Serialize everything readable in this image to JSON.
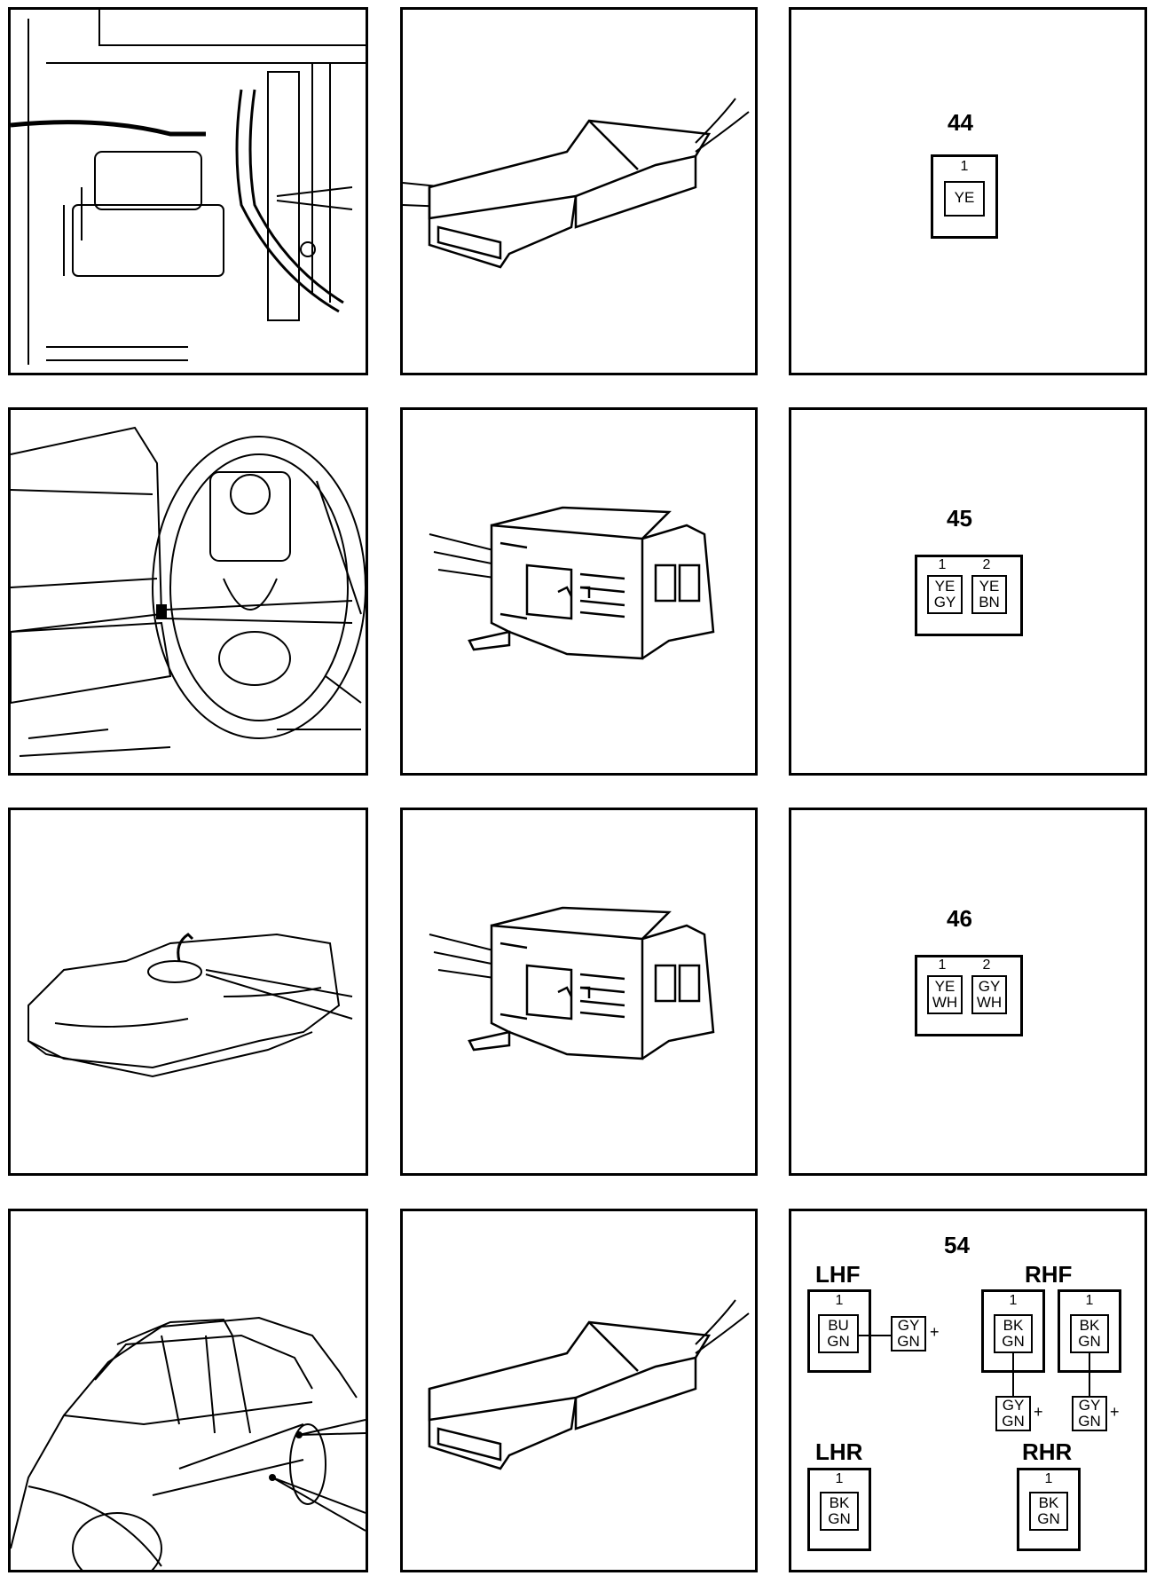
{
  "rows": [
    {
      "id": "44",
      "pins": [
        {
          "pin": "1",
          "wires": [
            "YE"
          ]
        }
      ]
    },
    {
      "id": "45",
      "pins": [
        {
          "pin": "1",
          "wires": [
            "YE",
            "GY"
          ]
        },
        {
          "pin": "2",
          "wires": [
            "YE",
            "BN"
          ]
        }
      ]
    },
    {
      "id": "46",
      "pins": [
        {
          "pin": "1",
          "wires": [
            "YE",
            "WH"
          ]
        },
        {
          "pin": "2",
          "wires": [
            "GY",
            "WH"
          ]
        }
      ]
    }
  ],
  "panel54": {
    "id": "54",
    "lhf": {
      "label": "LHF",
      "pin": "1",
      "wires": [
        "BU",
        "GN"
      ],
      "splice": [
        "GY",
        "GN"
      ],
      "plus": "+"
    },
    "rhf": {
      "label": "RHF",
      "a": {
        "pin": "1",
        "wires": [
          "BK",
          "GN"
        ],
        "splice": [
          "GY",
          "GN"
        ],
        "plus": "+"
      },
      "b": {
        "pin": "1",
        "wires": [
          "BK",
          "GN"
        ],
        "splice": [
          "GY",
          "GN"
        ],
        "plus": "+"
      }
    },
    "lhr": {
      "label": "LHR",
      "pin": "1",
      "wires": [
        "BK",
        "GN"
      ]
    },
    "rhr": {
      "label": "RHR",
      "pin": "1",
      "wires": [
        "BK",
        "GN"
      ]
    }
  }
}
